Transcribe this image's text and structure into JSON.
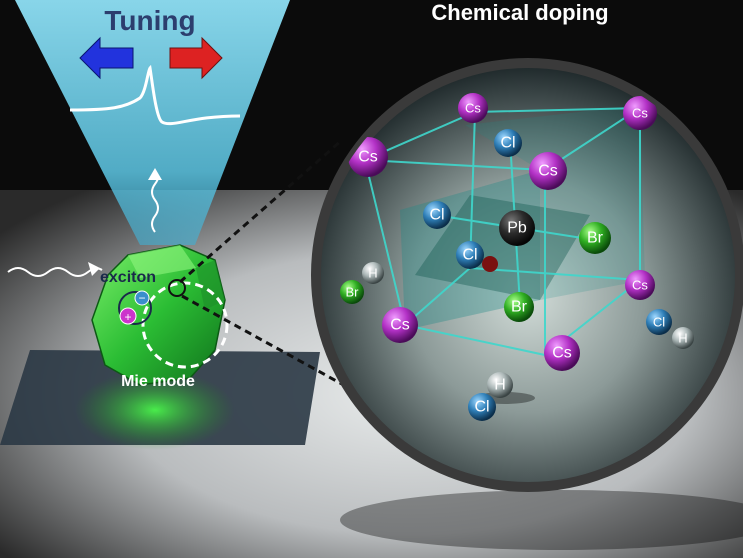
{
  "headings": {
    "tuning": "Tuning",
    "chemical_doping": "Chemical doping"
  },
  "crystal_labels": {
    "exciton": "exciton",
    "mie_mode": "Mie mode",
    "plus_sign": "+",
    "minus_sign": "−"
  },
  "atoms": [
    {
      "id": "cs-1",
      "label": "Cs",
      "color": "#b832c9"
    },
    {
      "id": "cs-2",
      "label": "Cs",
      "color": "#b832c9"
    },
    {
      "id": "cs-3",
      "label": "Cs",
      "color": "#b832c9"
    },
    {
      "id": "cs-4",
      "label": "Cs",
      "color": "#b832c9"
    },
    {
      "id": "cs-5",
      "label": "Cs",
      "color": "#b832c9"
    },
    {
      "id": "cs-6",
      "label": "Cs",
      "color": "#b832c9"
    },
    {
      "id": "cs-7",
      "label": "Cs",
      "color": "#b832c9"
    },
    {
      "id": "cl-1",
      "label": "Cl",
      "color": "#2f7fb8"
    },
    {
      "id": "cl-2",
      "label": "Cl",
      "color": "#2f7fb8"
    },
    {
      "id": "cl-3",
      "label": "Cl",
      "color": "#2f7fb8"
    },
    {
      "id": "cl-4",
      "label": "Cl",
      "color": "#2f7fb8"
    },
    {
      "id": "cl-5",
      "label": "Cl",
      "color": "#2f7fb8"
    },
    {
      "id": "pb-1",
      "label": "Pb",
      "color": "#333333"
    },
    {
      "id": "br-1",
      "label": "Br",
      "color": "#2fae22"
    },
    {
      "id": "br-2",
      "label": "Br",
      "color": "#2fae22"
    },
    {
      "id": "br-3",
      "label": "Br",
      "color": "#2fae22"
    },
    {
      "id": "h-1",
      "label": "H",
      "color": "#aeb8b8"
    },
    {
      "id": "h-2",
      "label": "H",
      "color": "#aeb8b8"
    },
    {
      "id": "h-3",
      "label": "H",
      "color": "#aeb8b8"
    }
  ],
  "colors": {
    "arrow_left": "#2233dd",
    "arrow_right": "#dd2222",
    "beam": "#7fd6ee",
    "crystal": "#3fd24a",
    "lens_rim": "#3a3a3a"
  }
}
